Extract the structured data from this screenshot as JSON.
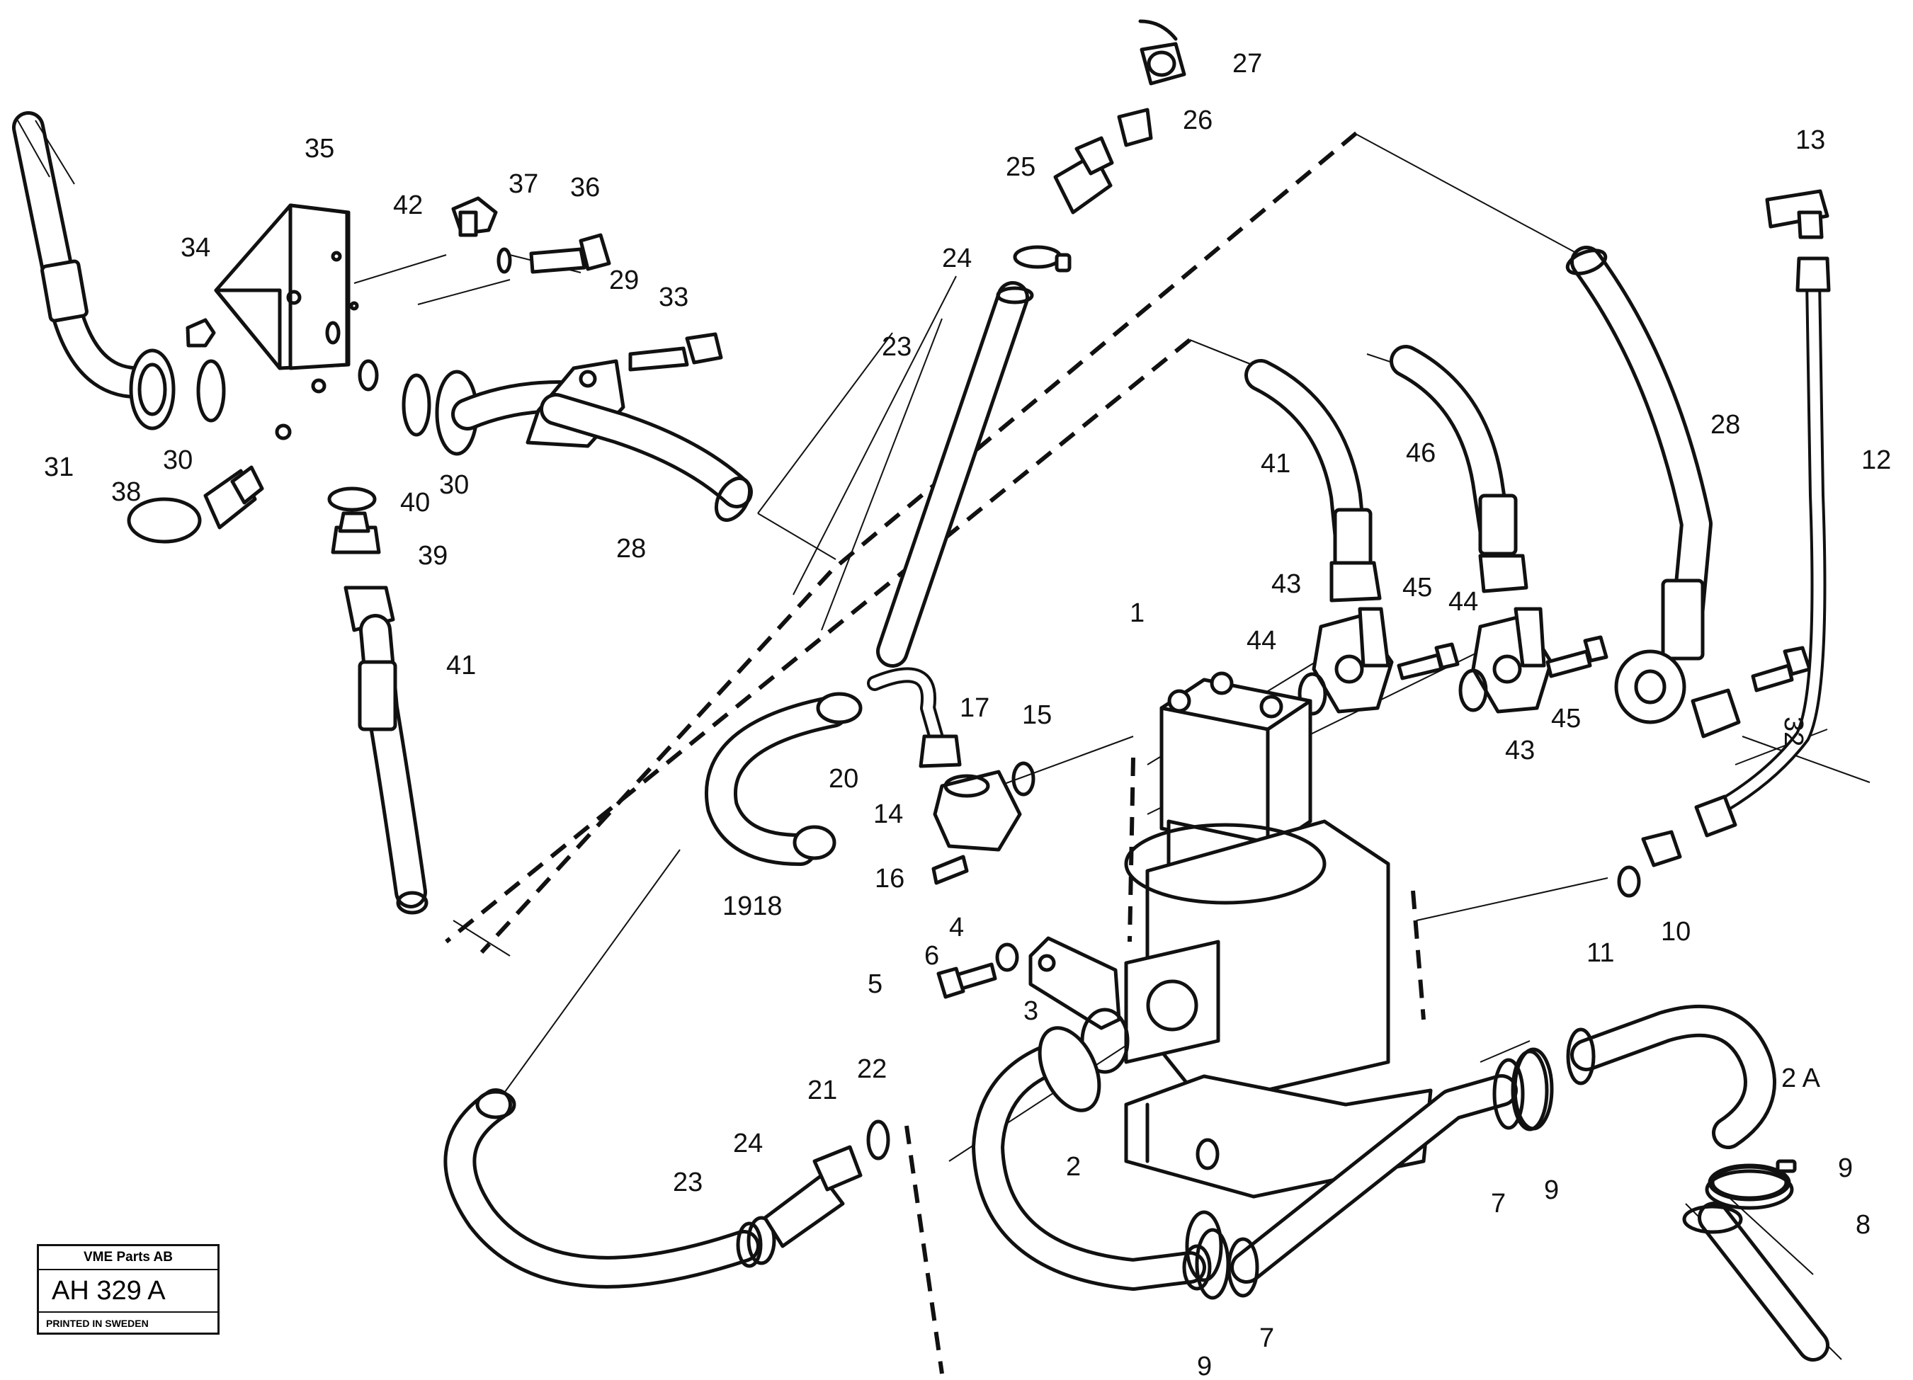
{
  "diagram": {
    "part_labels": [
      {
        "id": "p1",
        "text": "1"
      },
      {
        "id": "p2",
        "text": "2"
      },
      {
        "id": "p2a",
        "text": "2 A"
      },
      {
        "id": "p3",
        "text": "3"
      },
      {
        "id": "p4",
        "text": "4"
      },
      {
        "id": "p5",
        "text": "5"
      },
      {
        "id": "p6",
        "text": "6"
      },
      {
        "id": "p7a",
        "text": "7"
      },
      {
        "id": "p7b",
        "text": "7"
      },
      {
        "id": "p8",
        "text": "8"
      },
      {
        "id": "p9a",
        "text": "9"
      },
      {
        "id": "p9b",
        "text": "9"
      },
      {
        "id": "p9c",
        "text": "9"
      },
      {
        "id": "p10",
        "text": "10"
      },
      {
        "id": "p11",
        "text": "11"
      },
      {
        "id": "p12",
        "text": "12"
      },
      {
        "id": "p13",
        "text": "13"
      },
      {
        "id": "p14",
        "text": "14"
      },
      {
        "id": "p15",
        "text": "15"
      },
      {
        "id": "p16",
        "text": "16"
      },
      {
        "id": "p17",
        "text": "17"
      },
      {
        "id": "p1918",
        "text": "1918"
      },
      {
        "id": "p20",
        "text": "20"
      },
      {
        "id": "p21",
        "text": "21"
      },
      {
        "id": "p22",
        "text": "22"
      },
      {
        "id": "p23a",
        "text": "23"
      },
      {
        "id": "p23b",
        "text": "23"
      },
      {
        "id": "p24a",
        "text": "24"
      },
      {
        "id": "p24b",
        "text": "24"
      },
      {
        "id": "p25",
        "text": "25"
      },
      {
        "id": "p26",
        "text": "26"
      },
      {
        "id": "p27",
        "text": "27"
      },
      {
        "id": "p28a",
        "text": "28"
      },
      {
        "id": "p28b",
        "text": "28"
      },
      {
        "id": "p29",
        "text": "29"
      },
      {
        "id": "p30a",
        "text": "30"
      },
      {
        "id": "p30b",
        "text": "30"
      },
      {
        "id": "p31",
        "text": "31"
      },
      {
        "id": "p32",
        "text": "32"
      },
      {
        "id": "p33",
        "text": "33"
      },
      {
        "id": "p34",
        "text": "34"
      },
      {
        "id": "p35",
        "text": "35"
      },
      {
        "id": "p36",
        "text": "36"
      },
      {
        "id": "p37",
        "text": "37"
      },
      {
        "id": "p38",
        "text": "38"
      },
      {
        "id": "p39",
        "text": "39"
      },
      {
        "id": "p40",
        "text": "40"
      },
      {
        "id": "p41a",
        "text": "41"
      },
      {
        "id": "p41b",
        "text": "41"
      },
      {
        "id": "p42",
        "text": "42"
      },
      {
        "id": "p43a",
        "text": "43"
      },
      {
        "id": "p43b",
        "text": "43"
      },
      {
        "id": "p44a",
        "text": "44"
      },
      {
        "id": "p44b",
        "text": "44"
      },
      {
        "id": "p45a",
        "text": "45"
      },
      {
        "id": "p45b",
        "text": "45"
      },
      {
        "id": "p46",
        "text": "46"
      }
    ]
  },
  "stamp": {
    "company": "VME Parts AB",
    "code": "AH 329 A",
    "printed": "PRINTED IN SWEDEN"
  }
}
